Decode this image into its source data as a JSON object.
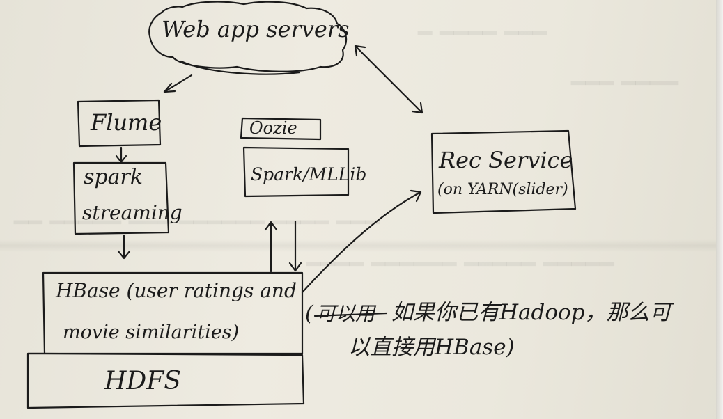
{
  "nodes": {
    "web_app_servers": "Web app servers",
    "flume": "Flume",
    "spark_streaming": [
      "spark",
      "streaming"
    ],
    "oozie": "Oozie",
    "spark_mllib": "Spark/MLLib",
    "rec_service": [
      "Rec Service",
      "(on YARN(slider)"
    ],
    "hbase": [
      "HBase (user ratings and",
      "movie similarities)"
    ],
    "hdfs": "HDFS"
  },
  "annotation": {
    "strikethrough": "可以用",
    "line1": "如果你已有Hadoop，那么可",
    "line2": "以直接用HBase)"
  },
  "colors": {
    "ink": "#1b1b1b",
    "paper": "#ebe8dd"
  }
}
